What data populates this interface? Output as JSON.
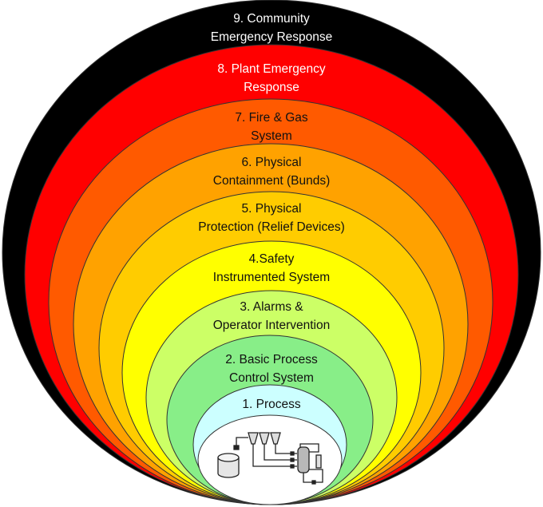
{
  "layers": [
    {
      "line1": "9. Community",
      "line2": "Emergency Response",
      "fill": "#000000",
      "text_color": "#ffffff"
    },
    {
      "line1": "8. Plant Emergency",
      "line2": "Response",
      "fill": "#ff0000",
      "text_color": "#ffffff"
    },
    {
      "line1": "7. Fire & Gas",
      "line2": "System",
      "fill": "#ff5a00",
      "text_color": "#111111"
    },
    {
      "line1": "6. Physical",
      "line2": "Containment (Bunds)",
      "fill": "#ffa200",
      "text_color": "#111111"
    },
    {
      "line1": "5. Physical",
      "line2": "Protection (Relief Devices)",
      "fill": "#ffcc00",
      "text_color": "#111111"
    },
    {
      "line1": "4.Safety",
      "line2": "Instrumented System",
      "fill": "#ffff00",
      "text_color": "#111111"
    },
    {
      "line1": "3. Alarms &",
      "line2": "Operator Intervention",
      "fill": "#ccff66",
      "text_color": "#111111"
    },
    {
      "line1": "2. Basic Process",
      "line2": "Control System",
      "fill": "#88ee88",
      "text_color": "#111111"
    },
    {
      "line1": "1. Process",
      "line2": "",
      "fill": "#ccffff",
      "text_color": "#111111"
    }
  ],
  "core_fill": "#ffffff",
  "outline_color": "#333333",
  "process_icon": "process-plant-schematic-icon"
}
